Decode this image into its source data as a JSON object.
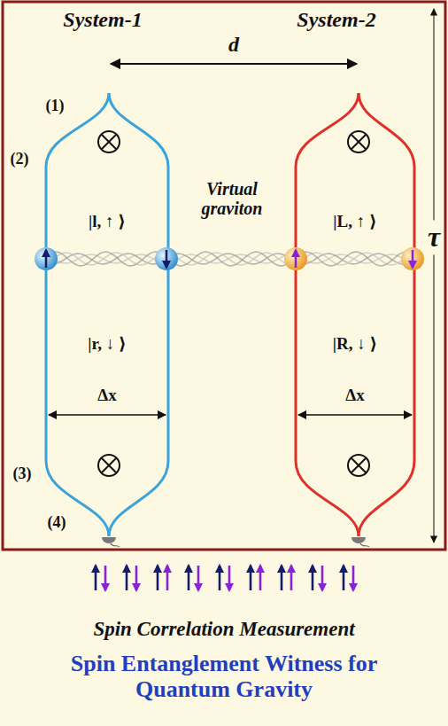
{
  "diagram": {
    "title": "Spin Entanglement Witness for Quantum Gravity",
    "labels": [
      "System-1",
      "System-2",
      "d",
      "(1)",
      "(2)",
      "(3)",
      "(4)",
      "Virtual graviton",
      "|l, ↑ ⟩",
      "|r, ↓ ⟩",
      "|L, ↑ ⟩",
      "|R, ↓ ⟩",
      "Δx",
      "Δx",
      "τ",
      "Spin Correlation Measurement"
    ]
  }
}
